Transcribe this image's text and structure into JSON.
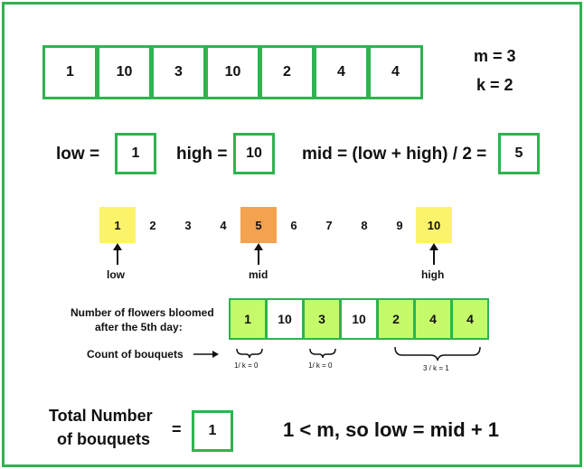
{
  "array": [
    "1",
    "10",
    "3",
    "10",
    "2",
    "4",
    "4"
  ],
  "params": {
    "m": "m = 3",
    "k": "k = 2"
  },
  "search": {
    "low_label": "low =",
    "low_value": "1",
    "high_label": "high =",
    "high_value": "10",
    "mid_label": "mid = (low + high) / 2 =",
    "mid_value": "5"
  },
  "range": {
    "numbers": [
      "1",
      "2",
      "3",
      "4",
      "5",
      "6",
      "7",
      "8",
      "9",
      "10"
    ],
    "low_pointer": "low",
    "mid_pointer": "mid",
    "high_pointer": "high",
    "colors": {
      "low_high": "#fbf46a",
      "mid": "#f4a24e"
    }
  },
  "bloom": {
    "label_line1": "Number of flowers bloomed",
    "label_line2": "after the 5th day:",
    "cells": [
      "1",
      "10",
      "3",
      "10",
      "2",
      "4",
      "4"
    ],
    "bloomed": [
      true,
      false,
      true,
      false,
      true,
      true,
      true
    ],
    "bloomed_color": "#c5fb6b",
    "count_label": "Count of bouquets",
    "group_labels": [
      "1/ k = 0",
      "1/ k = 0",
      "3 / k = 1"
    ]
  },
  "total": {
    "label_line1": "Total Number",
    "label_line2": "of bouquets",
    "equals": "=",
    "value": "1",
    "conclusion": "1 < m, so low = mid + 1"
  },
  "colors": {
    "accent": "#2fb34f"
  }
}
